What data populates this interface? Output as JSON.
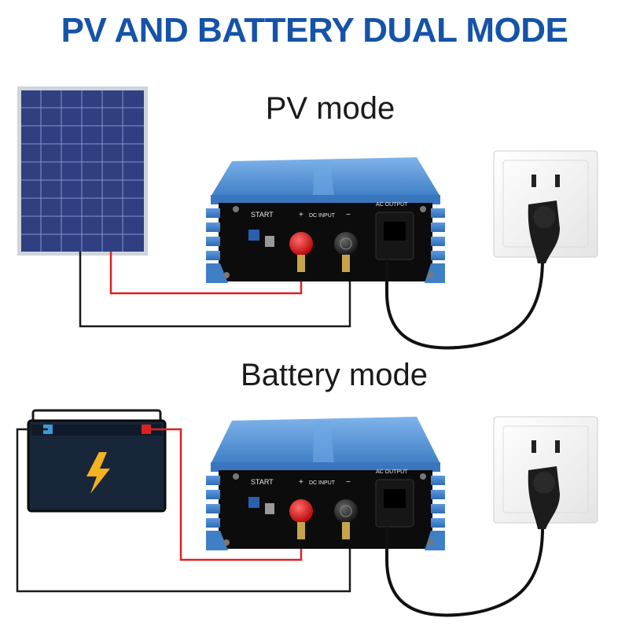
{
  "title": "PV AND BATTERY DUAL MODE",
  "modes": [
    {
      "label": "PV mode",
      "source": "solar-panel"
    },
    {
      "label": "Battery mode",
      "source": "battery"
    }
  ],
  "inverter": {
    "start_label": "START",
    "plus_label": "+",
    "dc_input_label": "DC INPUT",
    "minus_label": "−",
    "ac_output_label": "AC OUTPUT"
  },
  "colors": {
    "title": "#1553a8",
    "positive_wire": "#e02020",
    "negative_wire": "#1a1a1a",
    "inverter_body": "#4d8fd6",
    "panel": "#23357a"
  }
}
